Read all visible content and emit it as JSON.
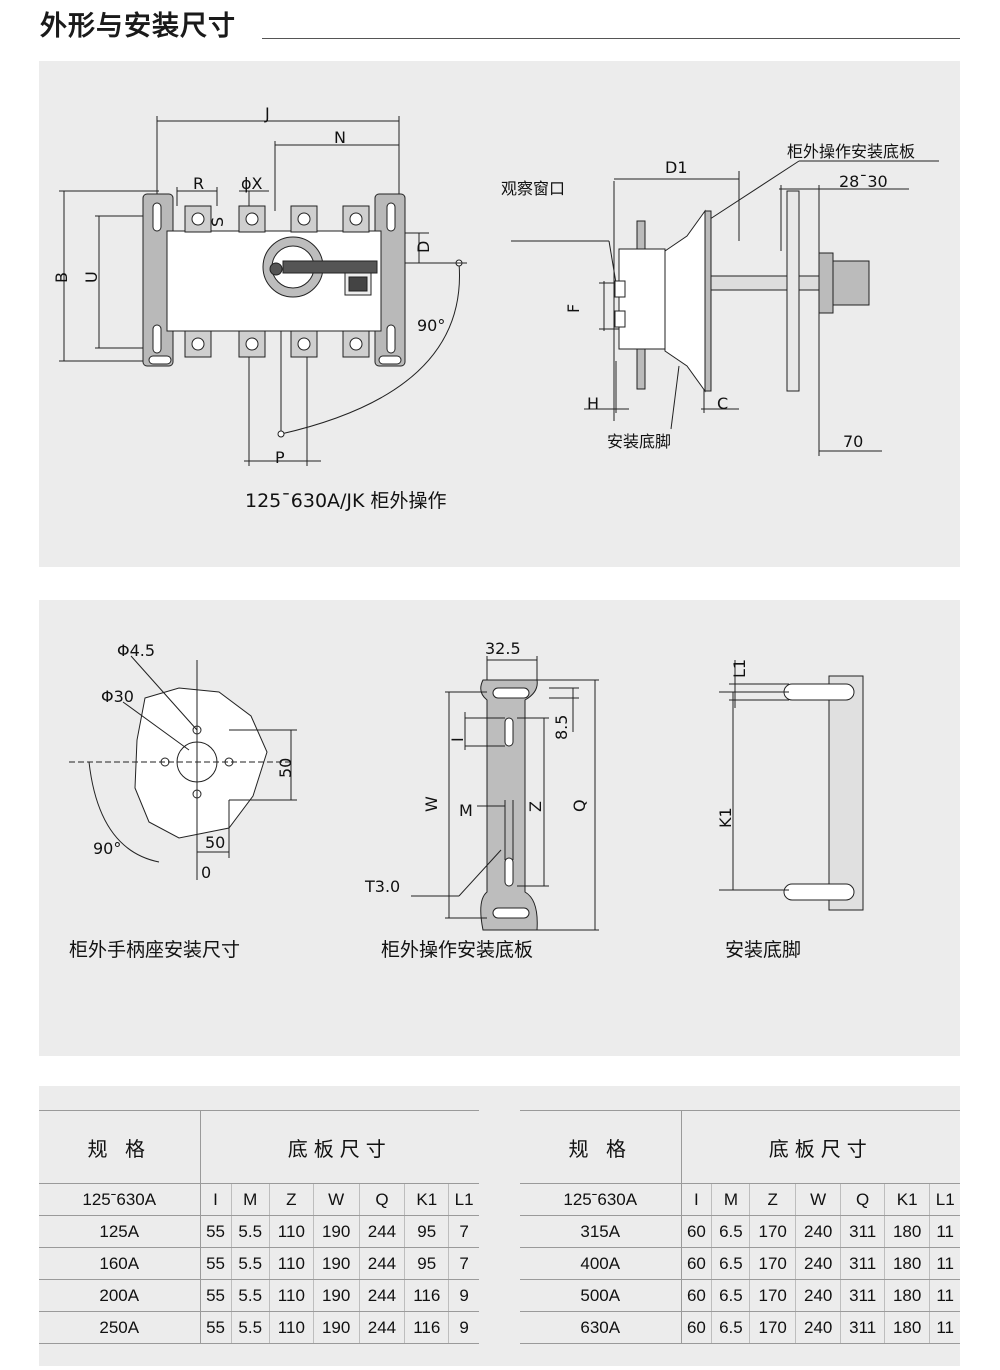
{
  "page_title": "外形与安装尺寸",
  "diagram1": {
    "caption": "125ˉ630A/JK 柜外操作",
    "labels": {
      "J": "J",
      "N": "N",
      "R": "R",
      "phiX": "ϕX",
      "S": "S",
      "B": "B",
      "U": "U",
      "D": "D",
      "angle90": "90°",
      "P": "P",
      "window": "观察窗口",
      "plate": "柜外操作安装底板",
      "D1": "D1",
      "range": "28ˉ30",
      "F": "F",
      "H": "H",
      "C": "C",
      "foot": "安装底脚",
      "w70": "70"
    }
  },
  "diagram2": {
    "handle": {
      "caption": "柜外手柄座安装尺寸",
      "phi45": "Φ4.5",
      "phi30": "Φ30",
      "d50v": "50",
      "d50h": "50",
      "angle90": "90°",
      "zero": "0"
    },
    "baseplate": {
      "caption": "柜外操作安装底板",
      "w325": "32.5",
      "d85": "8.5",
      "I": "I",
      "W": "W",
      "M": "M",
      "Z": "Z",
      "Q": "Q",
      "T": "T3.0"
    },
    "footing": {
      "caption": "安装底脚",
      "L1": "L1",
      "K1": "K1"
    }
  },
  "tables": [
    {
      "spec_header": "规 格",
      "group_header": "底板尺寸",
      "range": "125ˉ630A",
      "columns": [
        "I",
        "M",
        "Z",
        "W",
        "Q",
        "K1",
        "L1"
      ],
      "rows": [
        {
          "spec": "125A",
          "vals": [
            "55",
            "5.5",
            "110",
            "190",
            "244",
            "95",
            "7"
          ]
        },
        {
          "spec": "160A",
          "vals": [
            "55",
            "5.5",
            "110",
            "190",
            "244",
            "95",
            "7"
          ]
        },
        {
          "spec": "200A",
          "vals": [
            "55",
            "5.5",
            "110",
            "190",
            "244",
            "116",
            "9"
          ]
        },
        {
          "spec": "250A",
          "vals": [
            "55",
            "5.5",
            "110",
            "190",
            "244",
            "116",
            "9"
          ]
        }
      ]
    },
    {
      "spec_header": "规 格",
      "group_header": "底板尺寸",
      "range": "125ˉ630A",
      "columns": [
        "I",
        "M",
        "Z",
        "W",
        "Q",
        "K1",
        "L1"
      ],
      "rows": [
        {
          "spec": "315A",
          "vals": [
            "60",
            "6.5",
            "170",
            "240",
            "311",
            "180",
            "11"
          ]
        },
        {
          "spec": "400A",
          "vals": [
            "60",
            "6.5",
            "170",
            "240",
            "311",
            "180",
            "11"
          ]
        },
        {
          "spec": "500A",
          "vals": [
            "60",
            "6.5",
            "170",
            "240",
            "311",
            "180",
            "11"
          ]
        },
        {
          "spec": "630A",
          "vals": [
            "60",
            "6.5",
            "170",
            "240",
            "311",
            "180",
            "11"
          ]
        }
      ]
    }
  ]
}
